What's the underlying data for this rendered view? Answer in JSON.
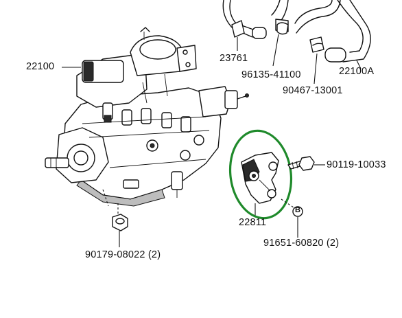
{
  "labels": {
    "pump": "22100",
    "hose_left": "23761",
    "clamp_a": "96135-41100",
    "clamp_b": "90467-13001",
    "hose_right": "22100A",
    "bolt": "90119-10033",
    "bracket": "22811",
    "washer_mark": "B",
    "washer": "91651-60820 (2)",
    "nut": "90179-08022 (2)",
    "top_partial": "22100"
  },
  "colors": {
    "highlight_ring": "#1f8a2b",
    "line": "#111111"
  }
}
